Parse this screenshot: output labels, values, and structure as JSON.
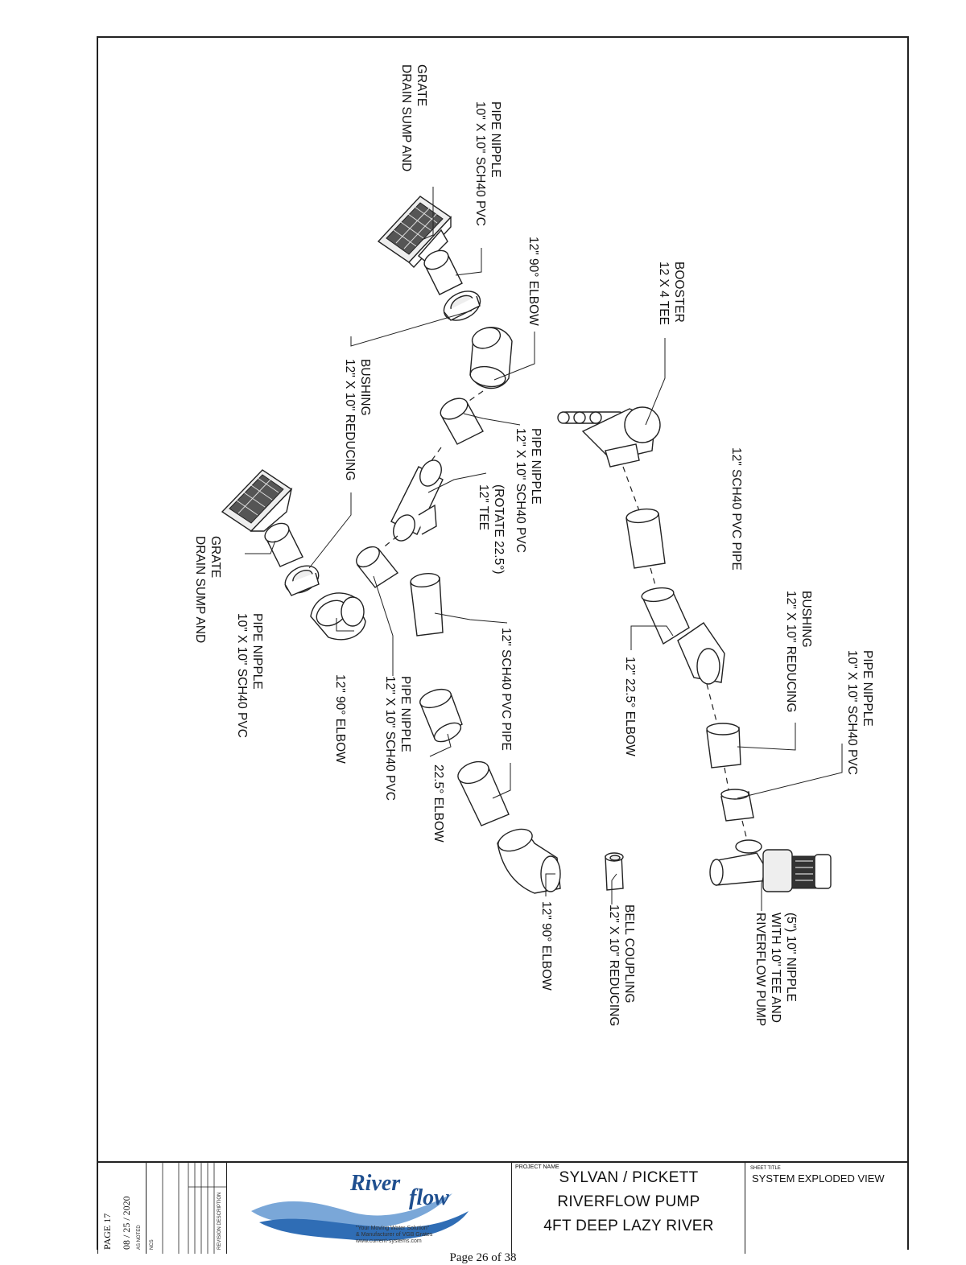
{
  "labels": {
    "drain_sump_top": [
      "DRAIN SUMP AND",
      "GRATE"
    ],
    "nipple_top": [
      "10\" X 10\" SCH40 PVC",
      "PIPE NIPPLE"
    ],
    "elbow90_top": [
      "12\" 90° ELBOW"
    ],
    "tee_booster": [
      "12 X 4 TEE",
      "BOOSTER"
    ],
    "reducing_bushing_left": [
      "12\" X 10\" REDUCING",
      "BUSHING"
    ],
    "pipe_nipple_12x10_top": [
      "12\" X 10\" SCH40 PVC",
      "PIPE NIPPLE"
    ],
    "tee_rotate": [
      "12\" TEE",
      "(ROTATE 22.5°)"
    ],
    "sch40_pipe_right": [
      "12\" SCH40 PVC PIPE"
    ],
    "drain_sump_bottom": [
      "DRAIN SUMP AND",
      "GRATE"
    ],
    "nipple_bottom": [
      "10\" X 10\" SCH40 PVC",
      "PIPE NIPPLE"
    ],
    "elbow90_bottom": [
      "12\" 90° ELBOW"
    ],
    "pipe_nipple_12x10_bottom": [
      "12\" X 10\" SCH40 PVC",
      "PIPE NIPPLE"
    ],
    "sch40_pipe_mid": [
      "12\" SCH40 PVC PIPE"
    ],
    "elbow225_small": [
      "22.5° ELBOW"
    ],
    "elbow90_lower": [
      "12\" 90° ELBOW"
    ],
    "elbow225_right": [
      "12\" 22.5° ELBOW"
    ],
    "reducing_bushing_right": [
      "12\" X 10\" REDUCING",
      "BUSHING"
    ],
    "nipple_right": [
      "10\" X 10\" SCH40 PVC",
      "PIPE NIPPLE"
    ],
    "bell_coupling": [
      "12\" X 10\" REDUCING",
      "BELL COUPLING"
    ],
    "pump": [
      "RIVERFLOW PUMP",
      "WITH 10\" TEE AND",
      "(5\") 10\" NIPPLE"
    ]
  },
  "title_block": {
    "project_name_label": "PROJECT NAME",
    "project_lines": [
      "SYLVAN / PICKETT",
      "RIVERFLOW PUMP",
      "4FT DEEP LAZY RIVER"
    ],
    "sheet_title_label": "SHEET TITLE",
    "sheet_title": "SYSTEM EXPLODED VIEW",
    "logo_river": "River",
    "logo_flow": "flow",
    "tagline": [
      "\"Your Moving Water Solution\"",
      "& Manufacturer of VGB Grates",
      "www.current-systems.com"
    ],
    "date": "08 / 25 / 2020",
    "page": "PAGE 17",
    "scale": "AS NOTED",
    "drawn_by": "NCS",
    "revision_header": "REVISION DESCRIPTION"
  },
  "footer": "Page 26 of 38"
}
